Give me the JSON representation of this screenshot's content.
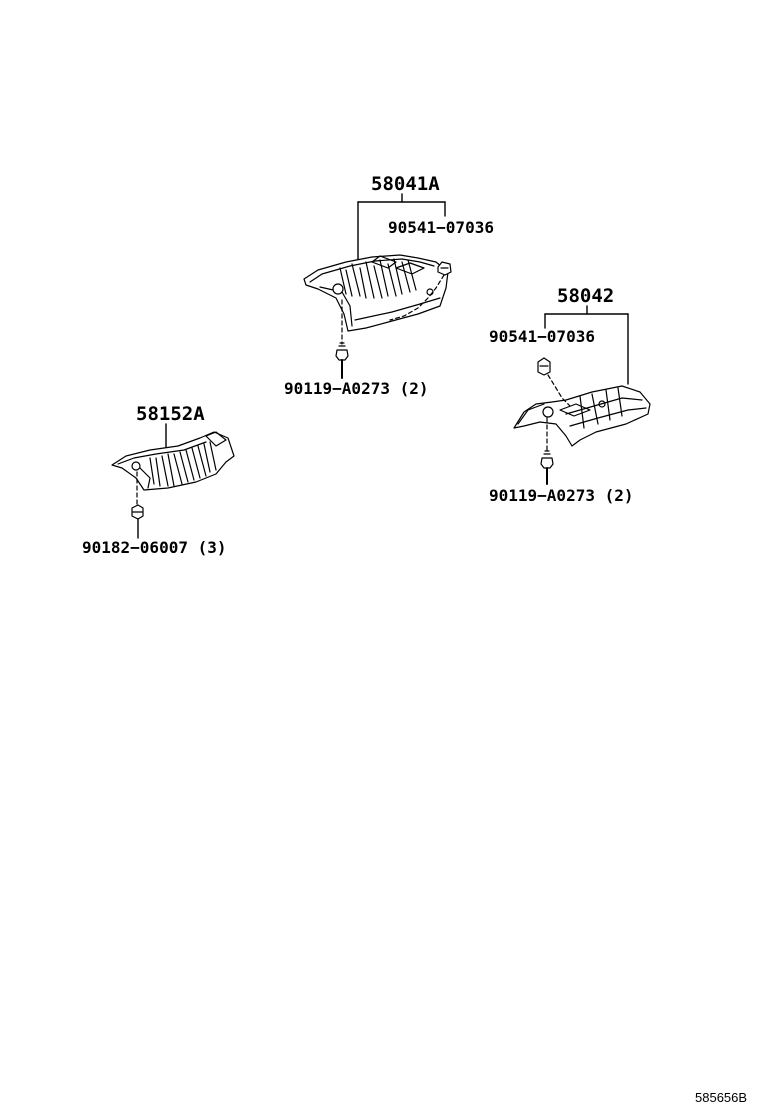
{
  "labels": {
    "p58041a": "58041A",
    "p90541_top": "90541−07036",
    "p90119_top": "90119−A0273 (2)",
    "p58042": "58042",
    "p90541_right": "90541−07036",
    "p90119_right": "90119−A0273 (2)",
    "p58152a": "58152A",
    "p90182": "90182−06007 (3)"
  },
  "figure_code": "585656B"
}
